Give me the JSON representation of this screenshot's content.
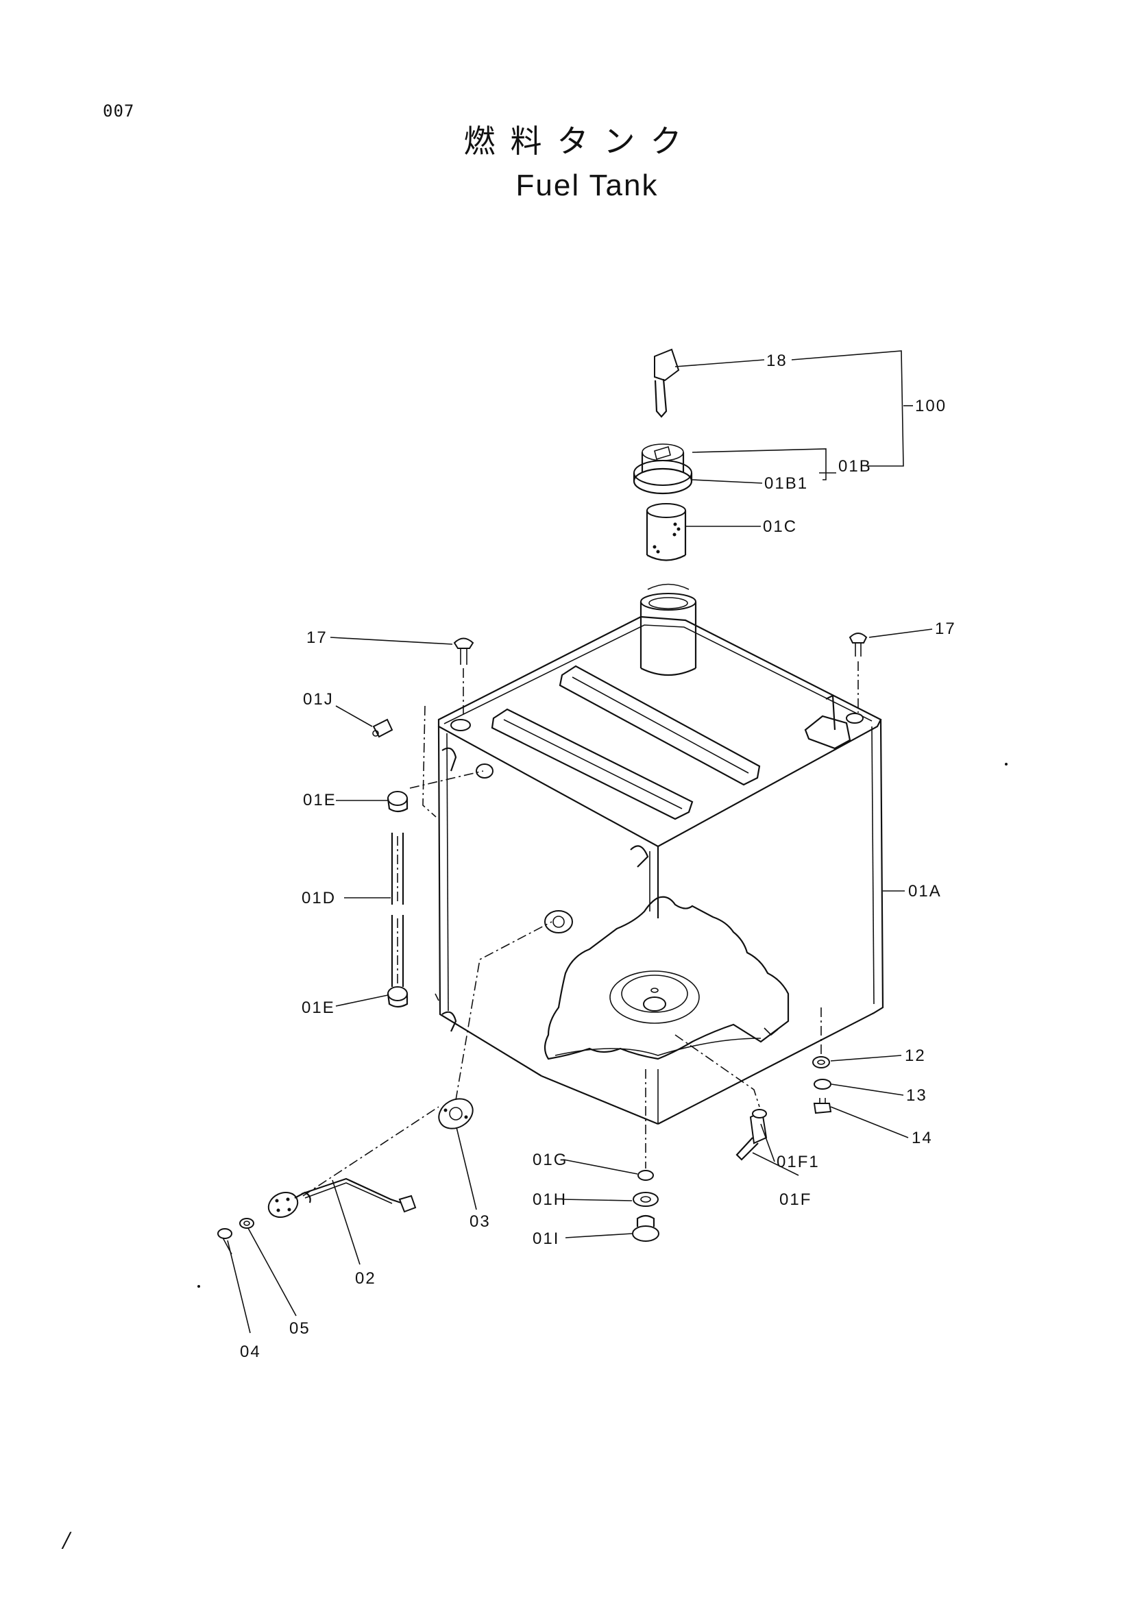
{
  "page": {
    "number": "007",
    "corner_mark": "/"
  },
  "title": {
    "japanese": "燃料タンク",
    "english": "Fuel Tank"
  },
  "callouts": {
    "c18": "18",
    "c100": "100",
    "c01B": "01B",
    "c01B1": "01B1",
    "c01C": "01C",
    "c17_left": "17",
    "c17_right": "17",
    "c01J": "01J",
    "c01E_top": "01E",
    "c01D": "01D",
    "c01A": "01A",
    "c01E_bottom": "01E",
    "c12": "12",
    "c13": "13",
    "c14": "14",
    "c01G": "01G",
    "c01F1": "01F1",
    "c01H": "01H",
    "c01F": "01F",
    "c01I": "01I",
    "c03": "03",
    "c02": "02",
    "c05": "05",
    "c04": "04"
  }
}
